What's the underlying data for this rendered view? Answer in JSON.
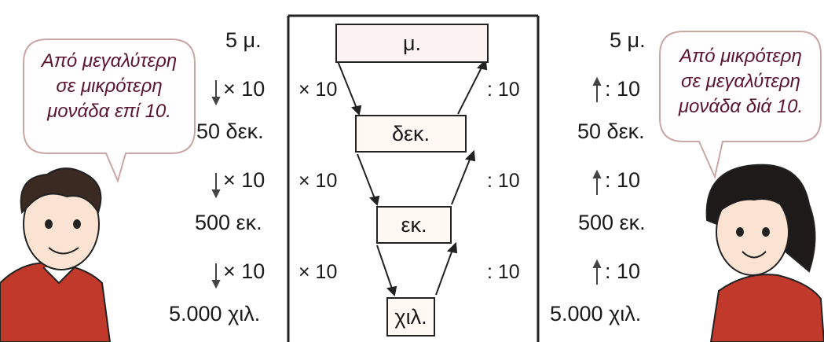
{
  "left_bubble": {
    "lines": [
      "Από μεγαλύτερη",
      "σε μικρότερη",
      "μονάδα επί 10."
    ]
  },
  "right_bubble": {
    "lines": [
      "Από μικρότερη",
      "σε μεγαλύτερη",
      "μονάδα διά 10."
    ]
  },
  "left_column": {
    "values": [
      "5 μ.",
      "50 δεκ.",
      "500 εκ.",
      "5.000 χιλ."
    ],
    "ops": [
      "× 10",
      "× 10",
      "× 10"
    ]
  },
  "right_column": {
    "values": [
      "5 μ.",
      "50 δεκ.",
      "500 εκ.",
      "5.000 χιλ."
    ],
    "ops": [
      ": 10",
      ": 10",
      ": 10"
    ]
  },
  "center": {
    "units": [
      "μ.",
      "δεκ.",
      "εκ.",
      "χιλ."
    ],
    "left_ops": [
      "× 10",
      "× 10",
      "× 10"
    ],
    "right_ops": [
      ": 10",
      ": 10",
      ": 10"
    ]
  },
  "colors": {
    "bubble_text": "#5a1430",
    "bubble_border": "#c9a6a6",
    "line": "#222222",
    "shirt_boy": "#c0392b",
    "dress_girl": "#c0392b"
  }
}
